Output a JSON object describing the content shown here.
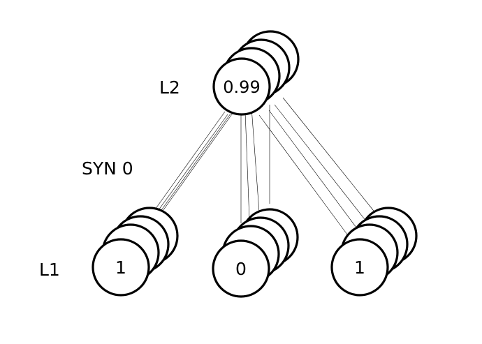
{
  "labels": {
    "layer2": "L2",
    "synapse": "SYN 0",
    "layer1": "L1"
  },
  "layer2": {
    "node_value": "0.99",
    "stack_depth": 4
  },
  "layer1": {
    "nodes": [
      {
        "value": "1"
      },
      {
        "value": "0"
      },
      {
        "value": "1"
      }
    ],
    "stack_depth": 4
  },
  "colors": {
    "stroke": "#000000",
    "fill": "#ffffff",
    "background": "#ffffff"
  }
}
